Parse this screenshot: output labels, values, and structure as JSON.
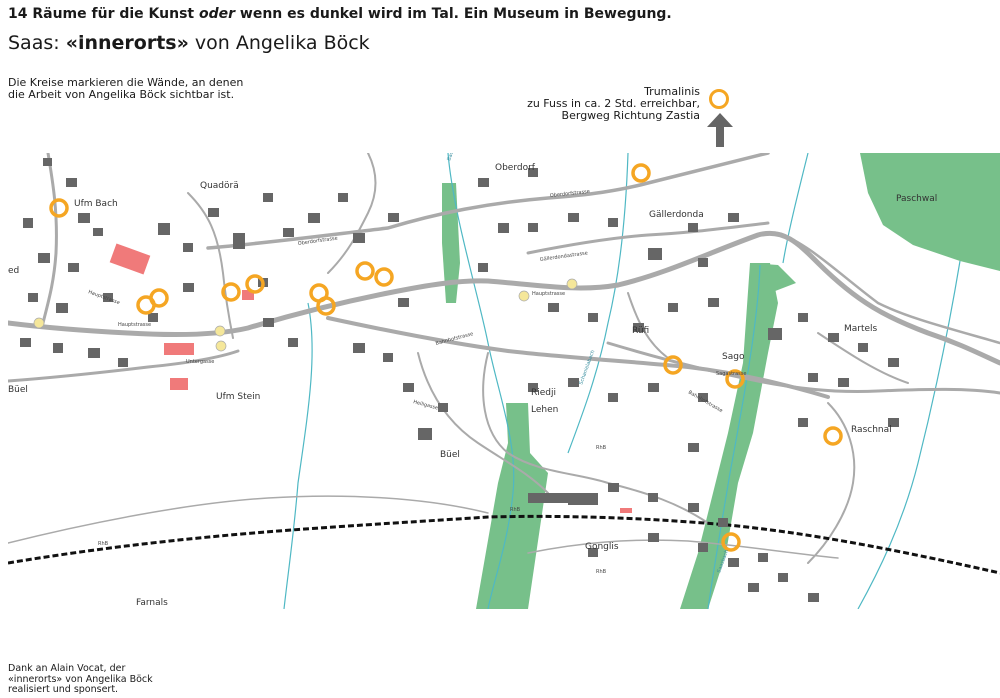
{
  "header": {
    "title_pre": "14 Räume für die Kunst ",
    "title_em": "oder",
    "title_post": " wenn es dunkel wird im Tal. Ein Museum in Bewegung.",
    "subtitle_pre": "Saas: ",
    "subtitle_bold": "«innerorts»",
    "subtitle_post": " von Angelika Böck"
  },
  "intro": {
    "line1": "Die Kreise markieren die Wände, an denen",
    "line2": "die Arbeit von Angelika Böck sichtbar ist."
  },
  "offmap": {
    "line1": "Trumalinis",
    "line2": "zu Fuss in ca. 2 Std. erreichbar,",
    "line3": "Bergweg Richtung Zastia"
  },
  "credit": {
    "line1": "Dank an Alain Vocat, der",
    "line2": "«innerorts» von Angelika Böck",
    "line3": "realisiert und sponsert."
  },
  "map": {
    "place_names": {
      "ufm_bach": "Ufm Bach",
      "quadoera": "Quadörä",
      "oberdorf": "Oberdorf",
      "gaellerdonda": "Gällerdonda",
      "paschwal": "Paschwal",
      "martels": "Martels",
      "sago": "Sago",
      "ruefi": "Rüfi",
      "riedji": "Riedji",
      "lehen": "Lehen",
      "buel_west": "Büel",
      "ufm_stein": "Ufm Stein",
      "buel_center": "Büel",
      "raschnal": "Raschnal",
      "gonglis": "Gonglis",
      "farnals": "Farnals",
      "ed_fragment": "ed"
    },
    "street_names": {
      "oberdorfstrasse_a": "Oberdorfstrasse",
      "oberdorfstrasse_b": "Oberdorfstrasse",
      "gaellerdondastrasse": "Gällerdondastrasse",
      "hauptstrasse_a": "Hauptstrasse",
      "hauptstrasse_b": "Hauptstrasse",
      "hauptstrasse_c": "Hauptstrasse",
      "bahnhofstrasse_a": "Bahnhofstrasse",
      "bahnhofstrasse_b": "Bahnhofstrasse",
      "untergasse": "Untergasse",
      "heiligasse": "Heiligasse",
      "sagastrasse": "Sagastrasse",
      "rhb_a": "RhB",
      "rhb_b": "RhB",
      "rhb_c": "RhB",
      "rhb_d": "RhB",
      "schanielabach": "Schanielabach",
      "saasbach": "Saasbach",
      "bach_top": "Bach"
    },
    "marker_count": 14,
    "marker_color": "#f5a623",
    "building_color": "#666666",
    "highlight_building_color": "#f07a7a",
    "forest_color": "#77c08a",
    "water_color": "#4fb8c4"
  }
}
